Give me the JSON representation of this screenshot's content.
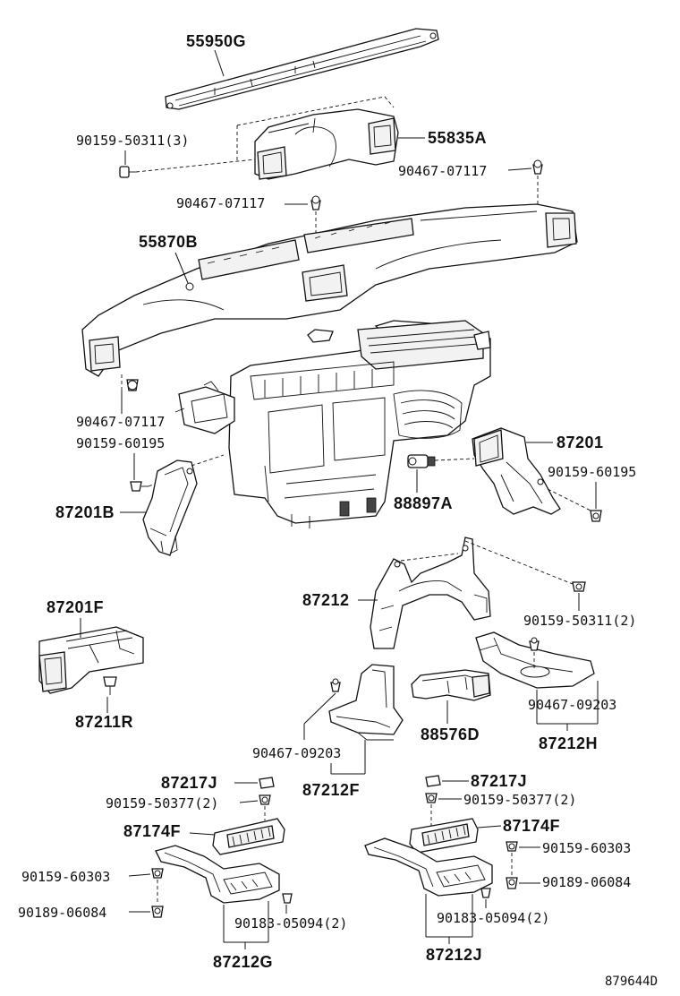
{
  "labels": {
    "p55950G": "55950G",
    "p90159_50311_3": "90159-50311(3)",
    "p55835A": "55835A",
    "p90467_07117_r": "90467-07117",
    "p90467_07117_c": "90467-07117",
    "p55870B": "55870B",
    "p90467_07117_l": "90467-07117",
    "p90159_60195_l": "90159-60195",
    "p87201": "87201",
    "p90159_60195_r": "90159-60195",
    "p87201B": "87201B",
    "p88897A": "88897A",
    "p87201F": "87201F",
    "p87212": "87212",
    "p90159_50311_2": "90159-50311(2)",
    "p87211R": "87211R",
    "p90467_09203_r": "90467-09203",
    "p88576D": "88576D",
    "p90467_09203_l": "90467-09203",
    "p87212H": "87212H",
    "p87212F": "87212F",
    "p87217J_l": "87217J",
    "p87217J_r": "87217J",
    "p90159_50377_l": "90159-50377(2)",
    "p90159_50377_r": "90159-50377(2)",
    "p87174F_l": "87174F",
    "p87174F_r": "87174F",
    "p90159_60303_l": "90159-60303",
    "p90159_60303_r": "90159-60303",
    "p90189_06084_l": "90189-06084",
    "p90189_06084_r": "90189-06084",
    "p90183_05094_l": "90183-05094(2)",
    "p90183_05094_r": "90183-05094(2)",
    "p87212G": "87212G",
    "p87212J": "87212J",
    "figure_code": "879644D"
  },
  "icons": [
    "bolt-icon",
    "clip-icon",
    "screw-icon",
    "duct-part",
    "blower-unit-part"
  ]
}
